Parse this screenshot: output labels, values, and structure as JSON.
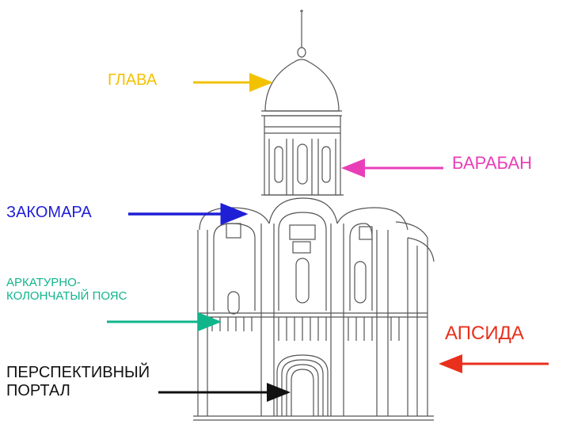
{
  "labels": {
    "glava": "ГЛАВА",
    "baraban": "БАРАБАН",
    "zakomara": "ЗАКОМАРА",
    "arkatur": "АРКАТУРНО-\nКОЛОНЧАТЫЙ ПОЯС",
    "apsida": "АПСИДА",
    "portal": "ПЕРСПЕКТИВНЫЙ\nПОРТАЛ"
  },
  "colors": {
    "glava": "#f2c200",
    "baraban": "#e83fb8",
    "zakomara": "#1f1fd6",
    "arkatur": "#10b58c",
    "apsida": "#e8301c",
    "portal": "#111111",
    "drawing": "#555555"
  }
}
